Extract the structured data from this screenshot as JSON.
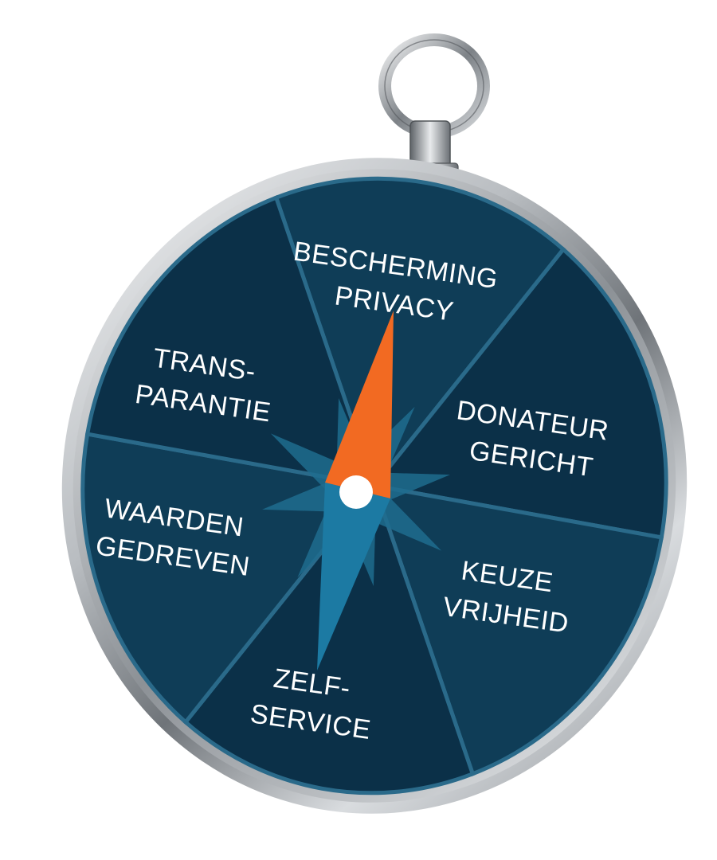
{
  "compass": {
    "segments": [
      {
        "line1": "BESCHERMING",
        "line2": "PRIVACY"
      },
      {
        "line1": "DONATEUR",
        "line2": "GERICHT"
      },
      {
        "line1": "KEUZE",
        "line2": "VRIJHEID"
      },
      {
        "line1": "ZELF-",
        "line2": "SERVICE"
      },
      {
        "line1": "WAARDEN",
        "line2": "GEDREVEN"
      },
      {
        "line1": "TRANS-",
        "line2": "PARANTIE"
      }
    ],
    "colors": {
      "dial": "#0f3d57",
      "dial_dark": "#0b3048",
      "divider": "#2a6a8a",
      "star": "#1e6c8e",
      "needle_north": "#f26a22",
      "needle_south": "#1c7aa3",
      "rim": "#c8ccd0",
      "hub": "#ffffff"
    }
  }
}
